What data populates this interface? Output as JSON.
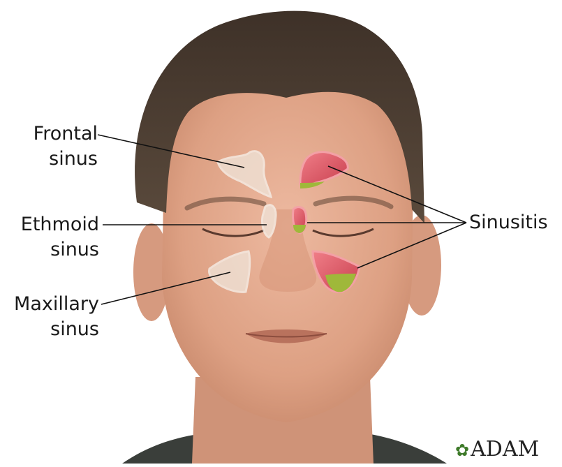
{
  "labels": {
    "frontal": [
      "Frontal",
      "sinus"
    ],
    "ethmoid": [
      "Ethmoid",
      "sinus"
    ],
    "maxillary": [
      "Maxillary",
      "sinus"
    ],
    "sinusitis": "Sinusitis"
  },
  "logo": {
    "text": "ADAM",
    "icon": "leaf-icon"
  },
  "colors": {
    "skin": "#e4ab90",
    "hair": "#4a3b2e",
    "inflamed": "#d9525e",
    "fluid": "#9fb83a",
    "healthy_sinus": "#efe2d6"
  }
}
